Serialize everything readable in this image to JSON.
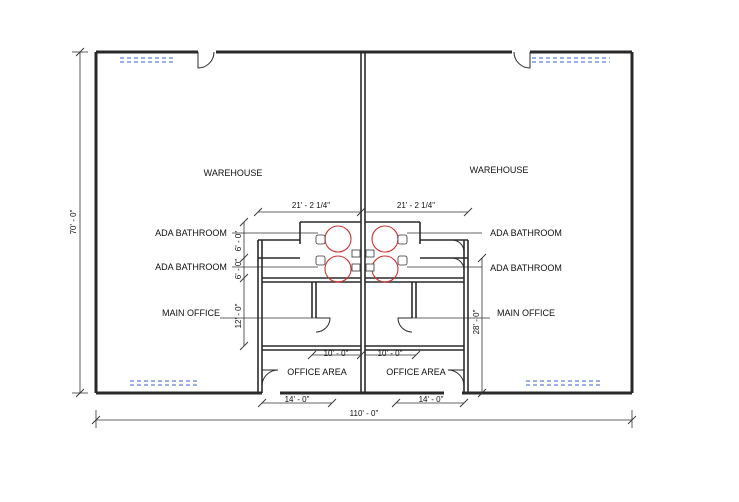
{
  "rooms": {
    "warehouse_left": "WAREHOUSE",
    "warehouse_right": "WAREHOUSE",
    "ada_left_1": "ADA BATHROOM",
    "ada_left_2": "ADA BATHROOM",
    "ada_right_1": "ADA BATHROOM",
    "ada_right_2": "ADA BATHROOM",
    "office_left": "MAIN OFFICE",
    "office_right": "MAIN OFFICE",
    "office_area_left": "OFFICE AREA",
    "office_area_right": "OFFICE AREA"
  },
  "dimensions": {
    "overall_width": "110' - 0\"",
    "overall_depth": "70' - 0\"",
    "office_block_left": "21' - 2 1/4\"",
    "office_block_right": "21' - 2 1/4\"",
    "bath_upper_depth": "6' - 0\"",
    "bath_lower_depth": "6' - 0\"",
    "main_office_depth": "12' - 0\"",
    "right_office_depth": "28' - 0\"",
    "office_width_left": "10' - 0\"",
    "office_width_right": "10' - 0\"",
    "office_area_width_left": "14' - 0\"",
    "office_area_width_right": "14' - 0\""
  },
  "colors": {
    "wall": "#2a2a2a",
    "window": "#3a5fd6",
    "fixture_highlight": "#d23232"
  }
}
